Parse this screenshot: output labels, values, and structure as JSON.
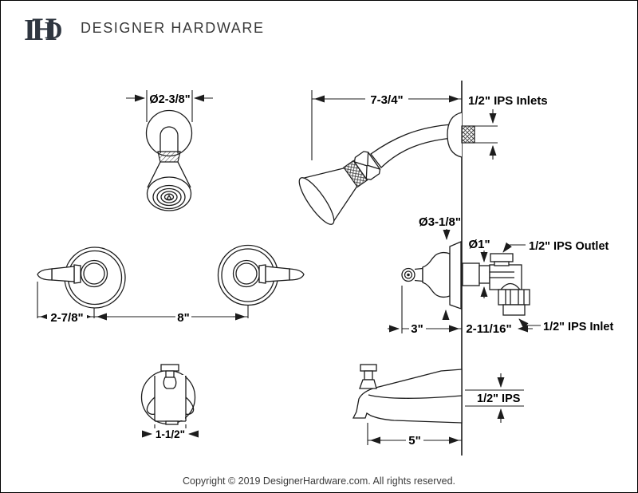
{
  "brand": {
    "monogram_i": "I",
    "monogram_h": "H",
    "monogram_d": "D",
    "name": "DESIGNER HARDWARE"
  },
  "showerhead_front": {
    "diameter": "Ø2-3/8\""
  },
  "showerhead_side": {
    "arm_length": "7-3/4\"",
    "inlets_label": "1/2\" IPS Inlets"
  },
  "handles": {
    "handle_length": "2-7/8\"",
    "center_spread": "8\""
  },
  "valve": {
    "flange_diameter": "Ø3-1/8\"",
    "stem_diameter": "Ø1\"",
    "outlet_label": "1/2\" IPS Outlet",
    "inlet_label": "1/2\" IPS Inlet",
    "front_depth": "3\"",
    "back_depth": "2-11/16\""
  },
  "spout_front": {
    "width": "1-1/2\""
  },
  "spout_side": {
    "length": "5\"",
    "ips_label": "1/2\" IPS"
  },
  "footer": {
    "copyright": "Copyright © 2019 DesignerHardware.com. All rights reserved."
  },
  "colors": {
    "line": "#1c1c1c",
    "text": "#000000",
    "brand_text": "#3a3a3a",
    "background": "#ffffff"
  }
}
